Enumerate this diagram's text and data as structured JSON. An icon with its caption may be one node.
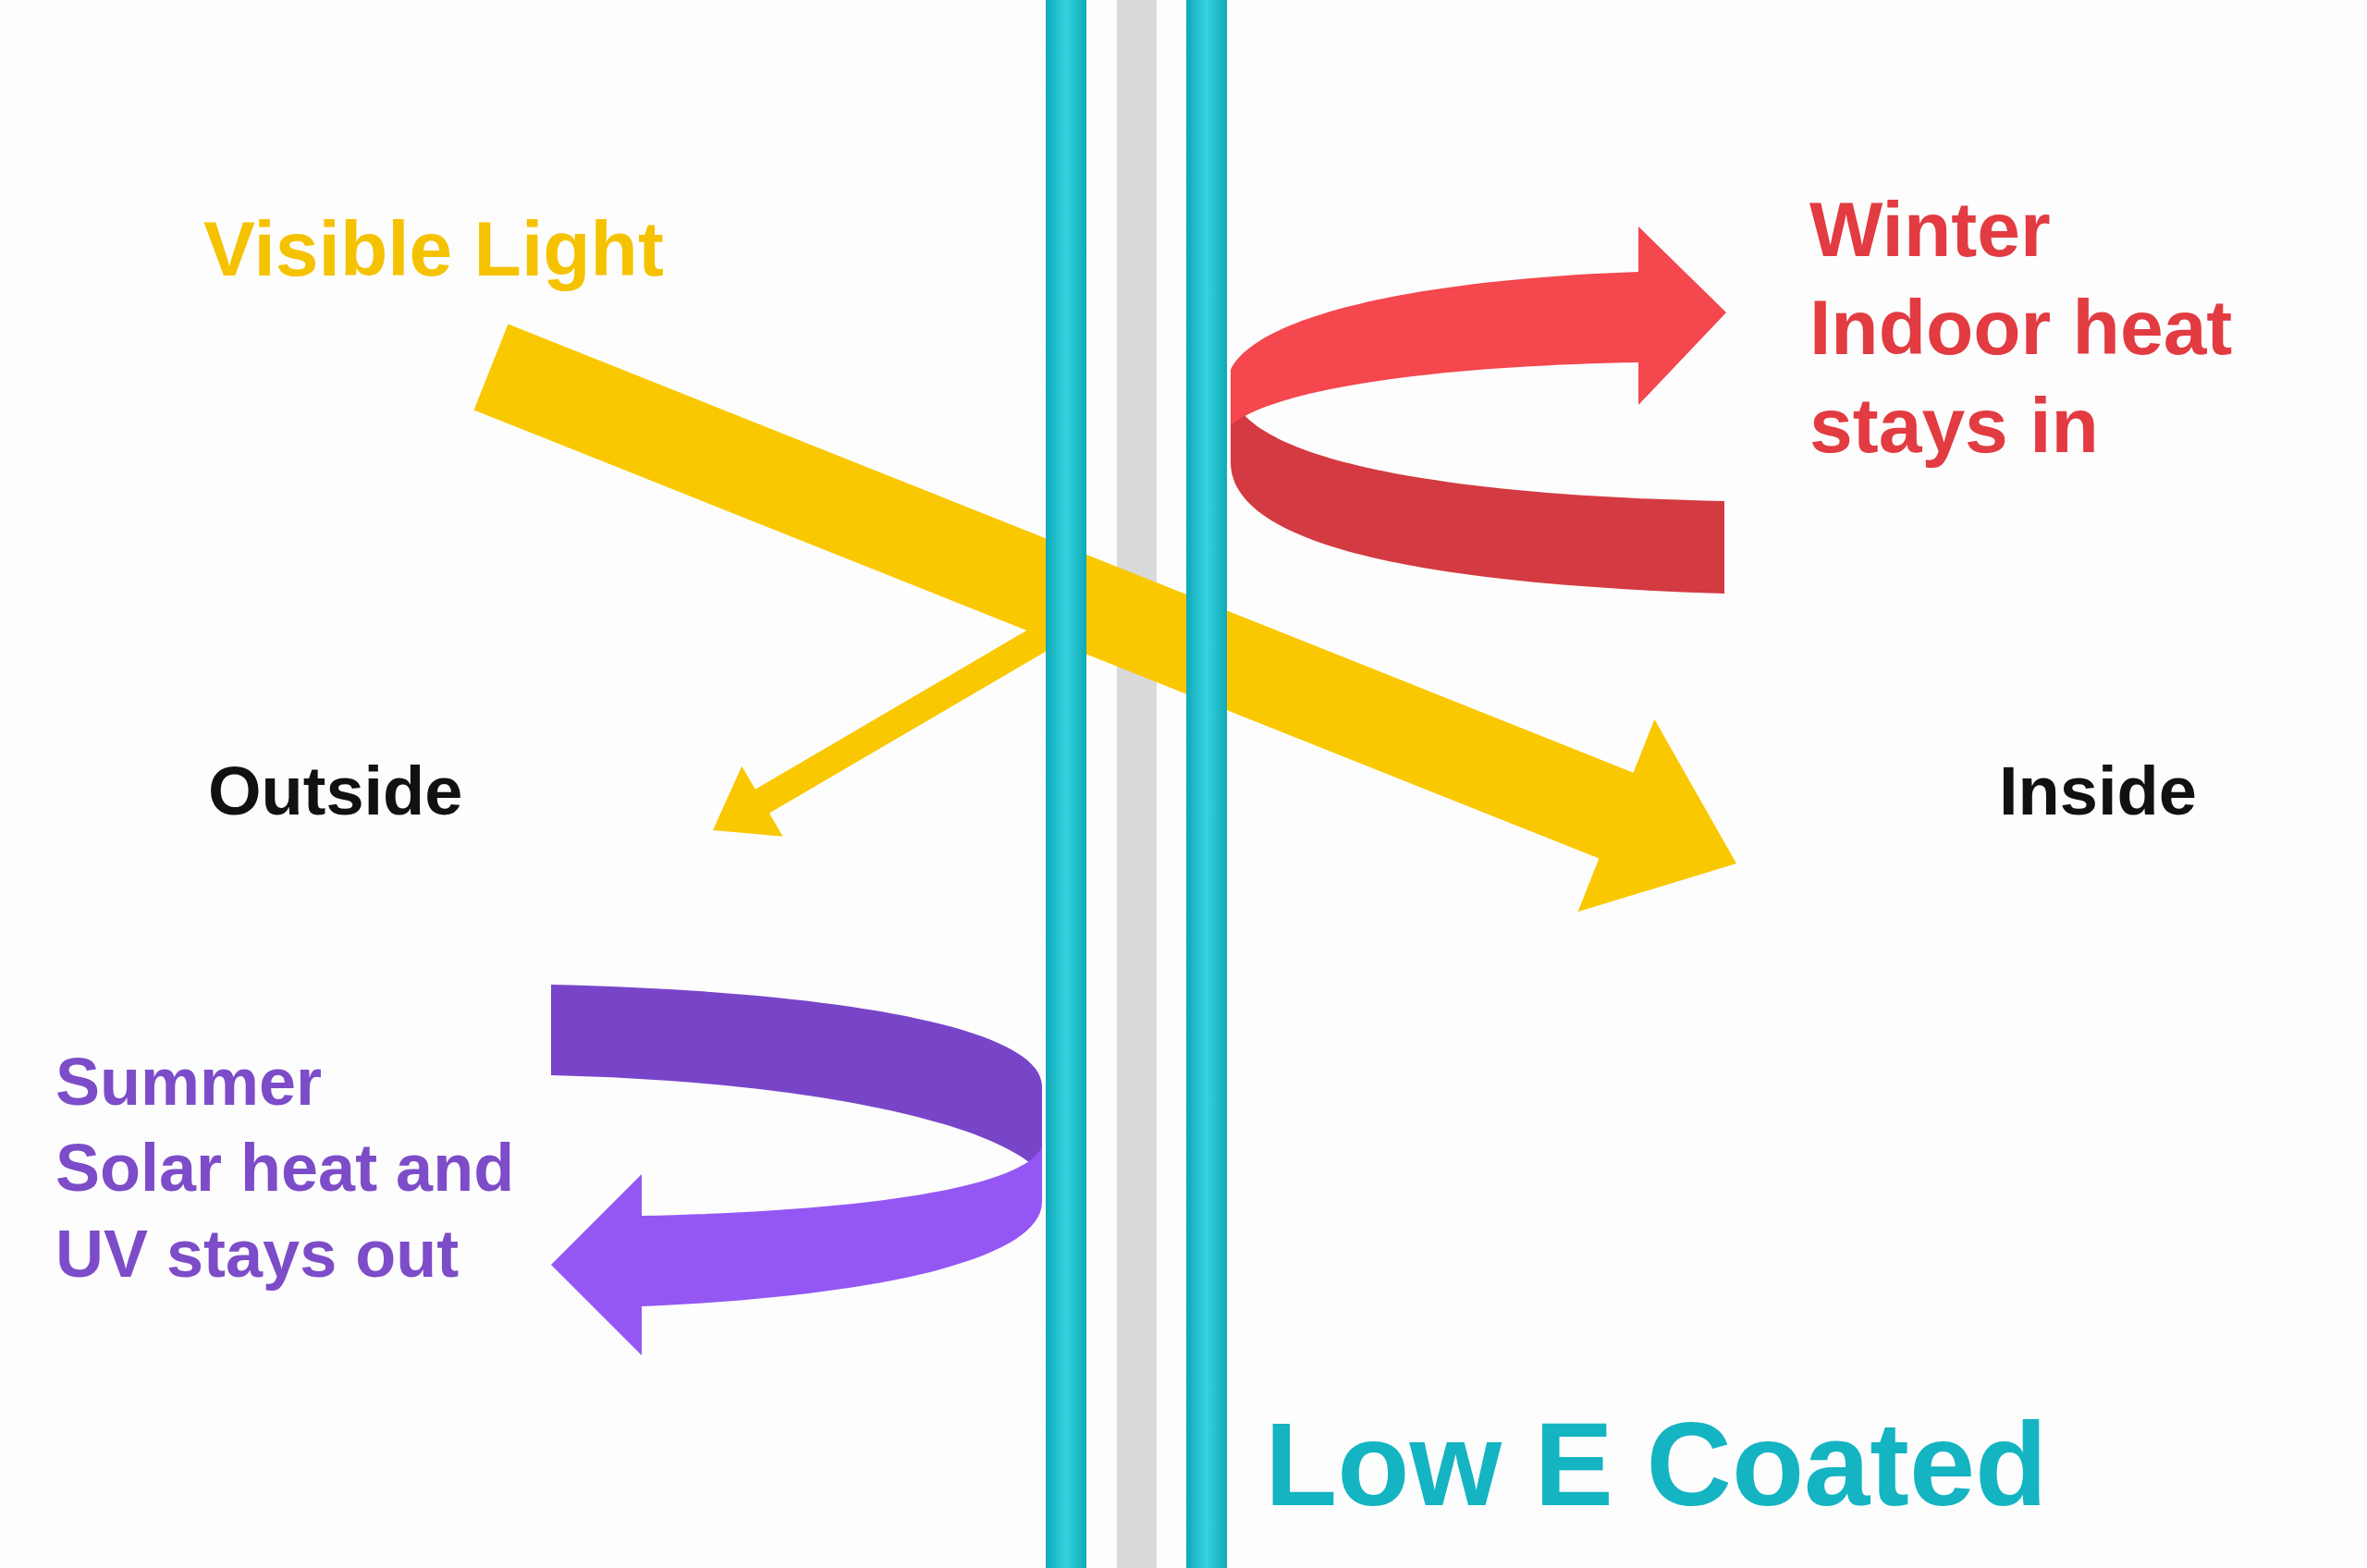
{
  "diagram": {
    "nodes": [
      {
        "text": [],
        "shape": "bar"
      },
      {
        "text": [],
        "shape": "bar"
      },
      {
        "text": [],
        "shape": "bar"
      }
    ],
    "labels": [
      "Visible Light",
      "Winter Indoor heat stays in",
      "Outside",
      "Inside",
      "Summer Solar heat and UV stays out",
      "Low E Coated"
    ]
  }
}
